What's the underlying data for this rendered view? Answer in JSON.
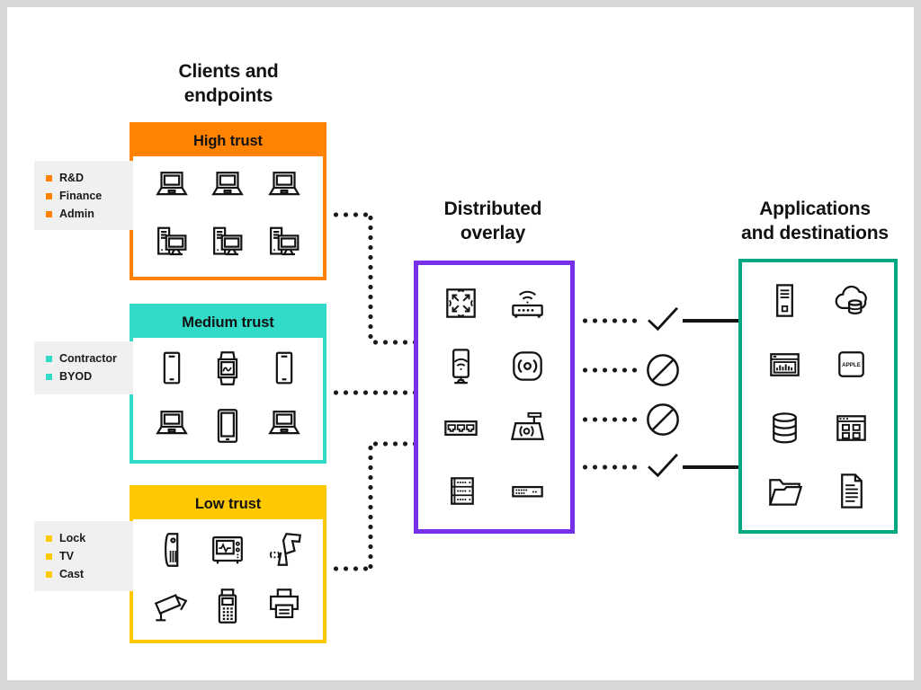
{
  "titles": {
    "clients": [
      "Clients and",
      "endpoints"
    ],
    "overlay": [
      "Distributed",
      "overlay"
    ],
    "destinations": [
      "Applications",
      "and destinations"
    ]
  },
  "colors": {
    "orange": "#FF8300",
    "teal": "#32DAC8",
    "yellow": "#FEC901",
    "purple": "#7630EA",
    "green": "#01A982",
    "ink": "#131313",
    "label_bg": "#F0F0F0"
  },
  "trust_boxes": [
    {
      "label": "High trust",
      "side_labels": [
        "R&D",
        "Finance",
        "Admin"
      ],
      "icons": [
        "laptop",
        "laptop",
        "laptop",
        "desktop-computer",
        "desktop-computer",
        "desktop-computer"
      ]
    },
    {
      "label": "Medium trust",
      "side_labels": [
        "Contractor",
        "BYOD"
      ],
      "icons": [
        "smartphone",
        "smartwatch",
        "smartphone",
        "laptop",
        "tablet",
        "laptop"
      ]
    },
    {
      "label": "Low trust",
      "side_labels": [
        "Lock",
        "TV",
        "Cast"
      ],
      "icons": [
        "iot-device",
        "medical-monitor",
        "barcode-scanner",
        "security-camera",
        "pos-terminal",
        "printer"
      ]
    }
  ],
  "overlay_box": {
    "icons": [
      "fabric-hub",
      "wireless-router",
      "wifi-kiosk",
      "contactless-pad",
      "ethernet-ports",
      "outdoor-ap",
      "server-rack",
      "network-switch"
    ]
  },
  "destinations_box": {
    "icons": [
      "app-server",
      "cloud-database",
      "analytics-app",
      "apple-app",
      "database",
      "app-window",
      "folder",
      "document"
    ],
    "apple_label": "APPLE"
  },
  "connections": [
    {
      "status": "allowed"
    },
    {
      "status": "blocked"
    },
    {
      "status": "blocked"
    },
    {
      "status": "allowed"
    }
  ]
}
